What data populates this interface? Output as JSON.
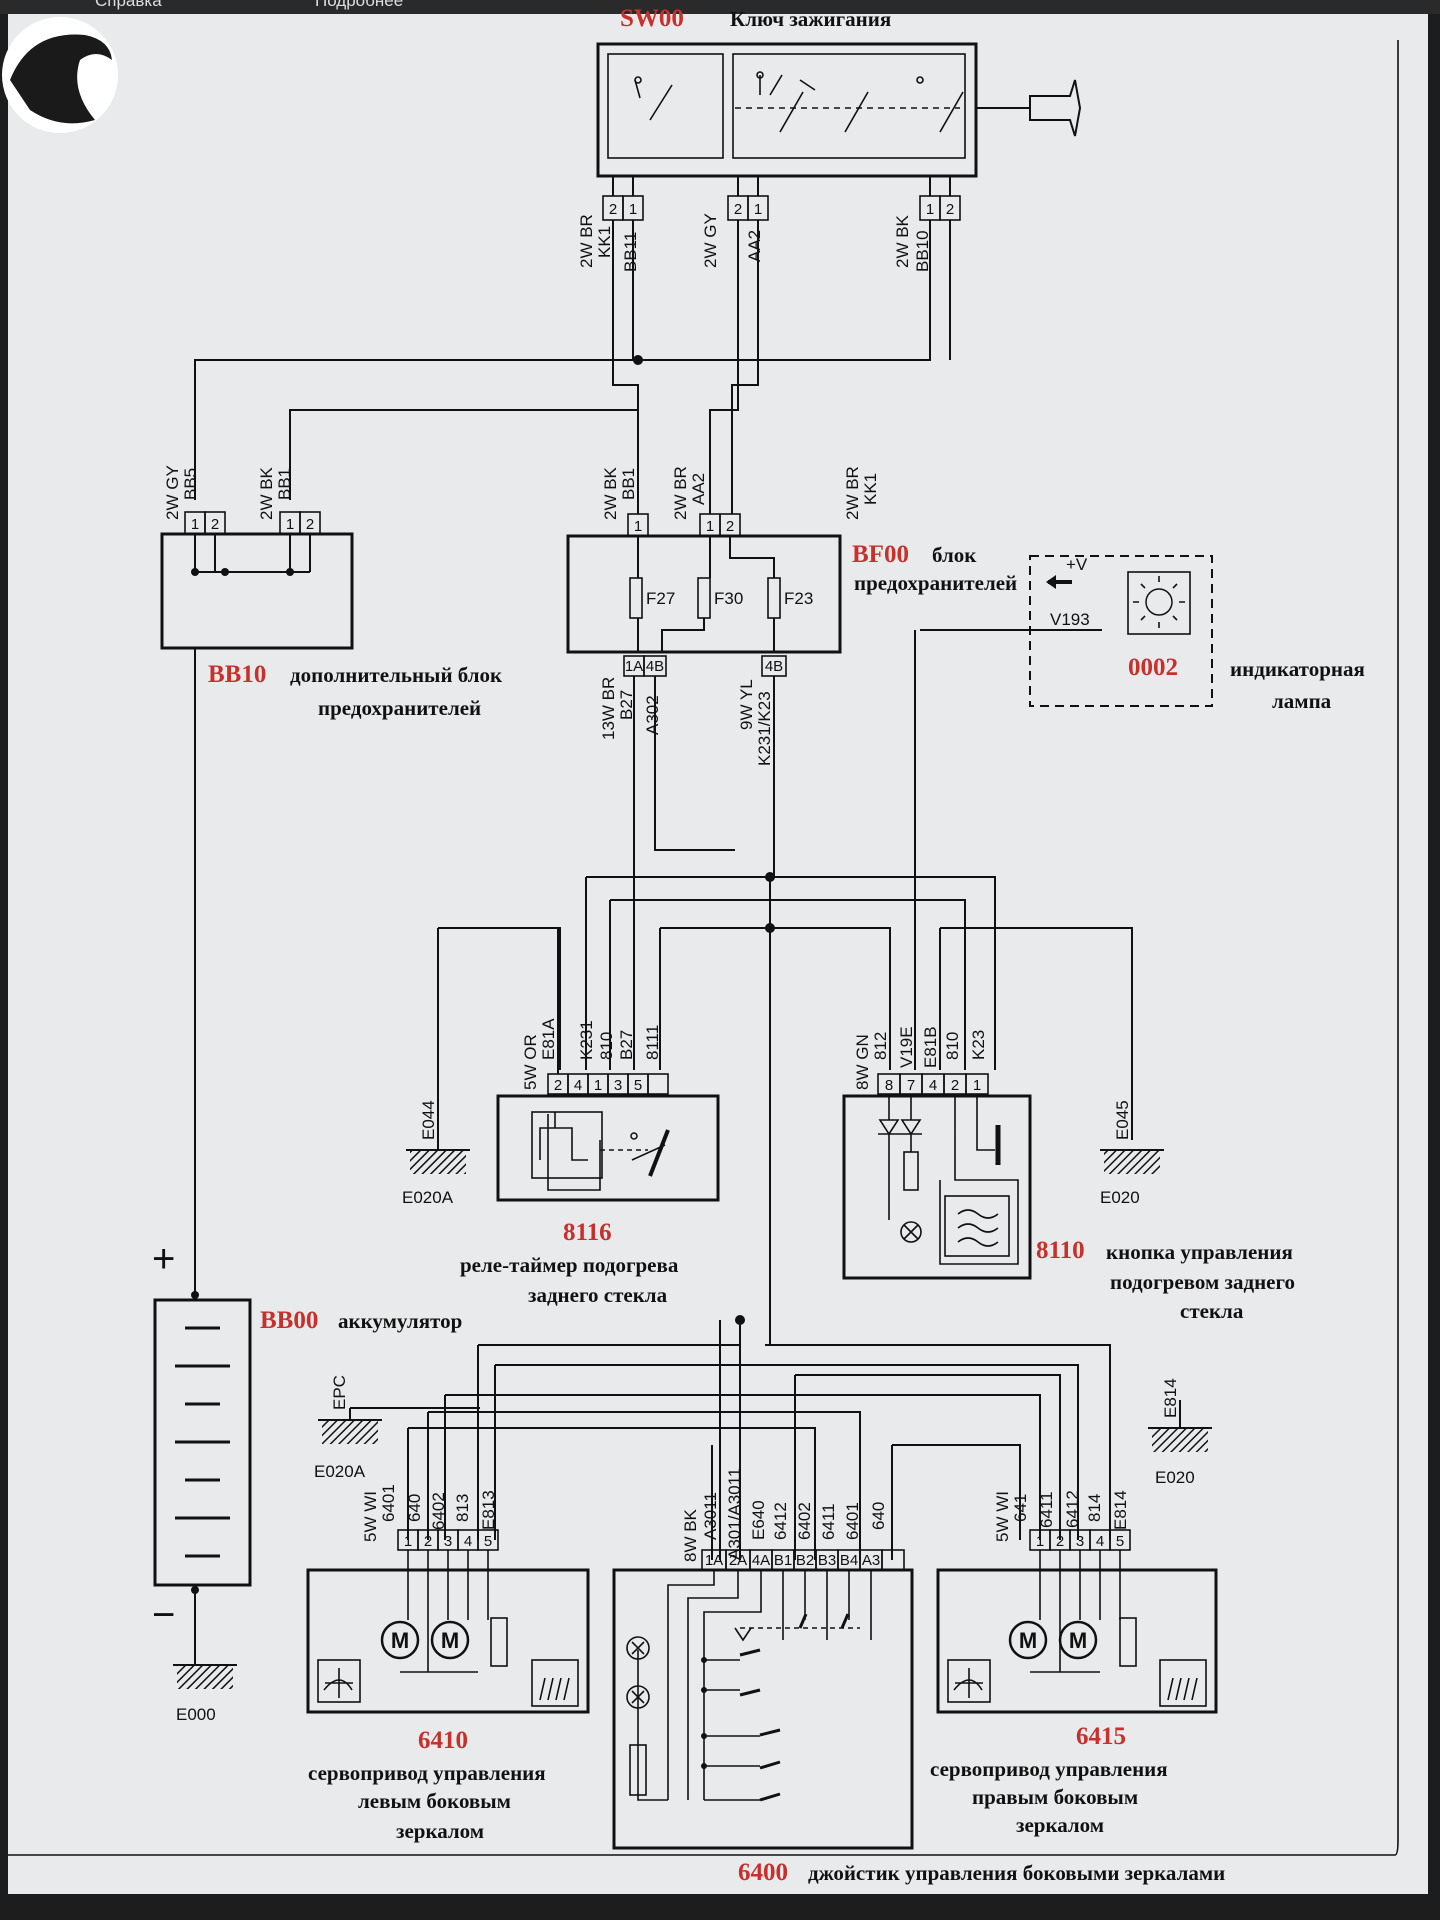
{
  "menu": {
    "item1": "Справка",
    "item2": "Подробнее"
  },
  "sw00": {
    "code": "SW00",
    "caption": "Ключ зажигания"
  },
  "sw_wires": {
    "w1a": "2W BR",
    "w1b": "KK1",
    "w1c": "BB11",
    "w2a": "2W GY",
    "w2b": "AA2",
    "w3a": "2W BK",
    "w3b": "BB10"
  },
  "bb10": {
    "code": "BB10",
    "caption1": "дополнительный блок",
    "caption2": "предохранителей",
    "w1a": "2W GY",
    "w1b": "BB5",
    "w2a": "2W BK",
    "w2b": "BB1"
  },
  "bf00": {
    "code": "BF00",
    "caption1": "блок",
    "caption2": "предохранителей",
    "wa1": "2W BK",
    "wa2": "BB1",
    "wb1": "2W BR",
    "wb2": "AA2",
    "wc1": "2W BR",
    "wc2": "KK1",
    "fuse1": "F27",
    "fuse2": "F30",
    "fuse3": "F23",
    "out1a": "13W BR",
    "out1b": "B27",
    "out1c": "A302",
    "out2a": "9W YL",
    "out2b": "K231/K23"
  },
  "lamp": {
    "code": "0002",
    "caption1": "индикаторная",
    "caption2": "лампа",
    "v": "+V",
    "wire": "V193"
  },
  "r8116": {
    "code": "8116",
    "caption1": "реле-таймер подогрева",
    "caption2": "заднего стекла",
    "w1": "5W OR",
    "w2": "E81A",
    "w3": "K231",
    "w4": "810",
    "w5": "B27",
    "w6": "8111"
  },
  "r8110": {
    "code": "8110",
    "caption1": "кнопка управления",
    "caption2": "подогревом заднего",
    "caption3": "стекла",
    "w1": "8W GN",
    "w2": "812",
    "w3": "V19E",
    "w4": "E81B",
    "w5": "810",
    "w6": "K23"
  },
  "grounds": {
    "e044": "E044",
    "e020a": "E020A",
    "e045": "E045",
    "e020": "E020",
    "epc": "EPC",
    "e020a2": "E020A",
    "e814": "E814",
    "e020b": "E020",
    "e000": "E000"
  },
  "bb00": {
    "code": "BB00",
    "caption": "аккумулятор",
    "plus": "+",
    "minus": "−"
  },
  "m6410": {
    "code": "6410",
    "caption1": "сервопривод управления",
    "caption2": "левым боковым",
    "caption3": "зеркалом",
    "w1": "5W WI",
    "w2": "6401",
    "w3": "640",
    "w4": "6402",
    "w5": "813",
    "w6": "E813"
  },
  "j6400": {
    "code": "6400",
    "caption": "джойстик управления боковыми зеркалами",
    "w1": "8W BK",
    "w2": "A3011",
    "w3": "A301/A3011",
    "w4": "E640",
    "w5": "6412",
    "w6": "6402",
    "w7": "6411",
    "w8": "6401",
    "w9": "640"
  },
  "m6415": {
    "code": "6415",
    "caption1": "сервопривод управления",
    "caption2": "правым боковым",
    "caption3": "зеркалом",
    "w1": "5W WI",
    "w2": "641",
    "w3": "6411",
    "w4": "6412",
    "w5": "814",
    "w6": "E814"
  },
  "pins": {
    "p1": "1",
    "p2": "2",
    "p3": "3",
    "p4": "4",
    "p5": "5",
    "p7": "7",
    "p8": "8",
    "p1a": "1A",
    "p2a": "2A",
    "p4a": "4A",
    "p4b": "4B",
    "pb1": "B1",
    "pb2": "B2",
    "pb3": "B3",
    "pb4": "B4",
    "pa3": "A3"
  },
  "motor_glyph": "M"
}
